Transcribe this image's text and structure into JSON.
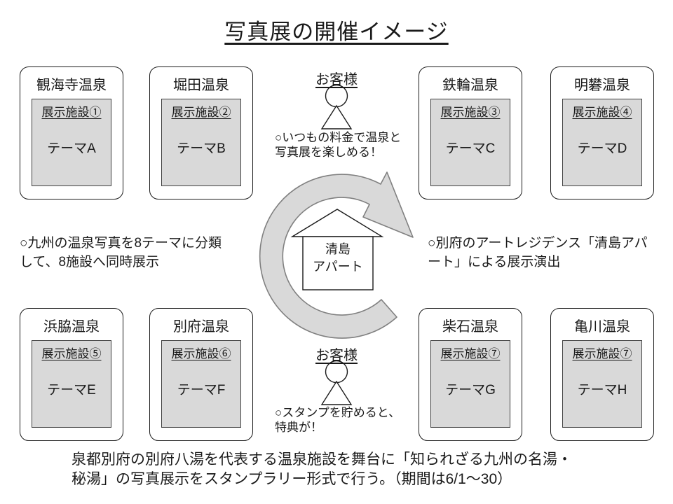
{
  "title": "写真展の開催イメージ",
  "facilities": [
    {
      "name": "観海寺温泉",
      "label": "展示施設①",
      "theme": "テーマA"
    },
    {
      "name": "堀田温泉",
      "label": "展示施設②",
      "theme": "テーマB"
    },
    {
      "name": "鉄輪温泉",
      "label": "展示施設③",
      "theme": "テーマC"
    },
    {
      "name": "明礬温泉",
      "label": "展示施設④",
      "theme": "テーマD"
    },
    {
      "name": "浜脇温泉",
      "label": "展示施設⑤",
      "theme": "テーマE"
    },
    {
      "name": "別府温泉",
      "label": "展示施設⑥",
      "theme": "テーマF"
    },
    {
      "name": "柴石温泉",
      "label": "展示施設⑦",
      "theme": "テーマG"
    },
    {
      "name": "亀川温泉",
      "label": "展示施設⑦",
      "theme": "テーマH"
    }
  ],
  "center_building": "清島\nアパート",
  "customer_top": {
    "label": "お客様",
    "note": "○いつもの料金で温泉と\n写真展を楽しめる！"
  },
  "customer_bottom": {
    "label": "お客様",
    "note": "○スタンプを貯めると、\n特典が！"
  },
  "note_left": "○九州の温泉写真を8テーマに分類\nして、8施設へ同時展示",
  "note_right": "○別府のアートレジデンス「清島アパ\nート」による展示演出",
  "footer": "泉都別府の別府八湯を代表する温泉施設を舞台に「知られざる九州の名湯・\n秘湯」の写真展示をスタンプラリー形式で行う。（期間は6/1～30）",
  "icons": {
    "cycle_arrow": "clockwise-cycle-arrow-icon",
    "building": "house-icon",
    "person": "person-icon"
  },
  "colors": {
    "fill_gray": "#d9d9d9",
    "arrow_stroke": "#808080",
    "line_black": "#1a1a1a"
  }
}
